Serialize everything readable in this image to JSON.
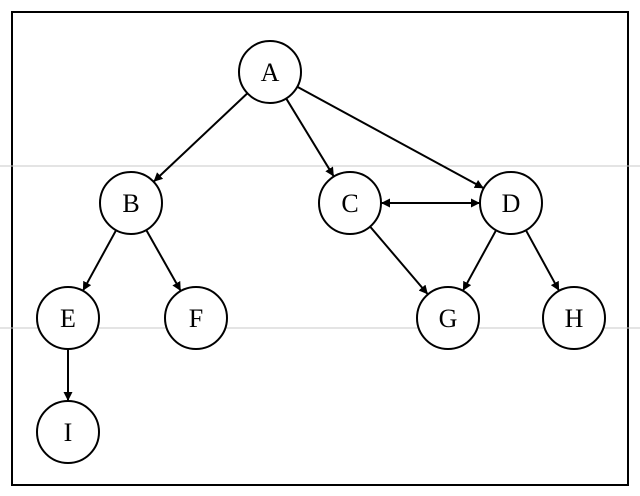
{
  "diagram": {
    "nodes": [
      {
        "id": "A",
        "label": "A"
      },
      {
        "id": "B",
        "label": "B"
      },
      {
        "id": "C",
        "label": "C"
      },
      {
        "id": "D",
        "label": "D"
      },
      {
        "id": "E",
        "label": "E"
      },
      {
        "id": "F",
        "label": "F"
      },
      {
        "id": "G",
        "label": "G"
      },
      {
        "id": "H",
        "label": "H"
      },
      {
        "id": "I",
        "label": "I"
      }
    ],
    "edges": [
      {
        "from": "A",
        "to": "B",
        "bidirectional": false
      },
      {
        "from": "A",
        "to": "C",
        "bidirectional": false
      },
      {
        "from": "A",
        "to": "D",
        "bidirectional": false
      },
      {
        "from": "C",
        "to": "D",
        "bidirectional": true
      },
      {
        "from": "B",
        "to": "E",
        "bidirectional": false
      },
      {
        "from": "B",
        "to": "F",
        "bidirectional": false
      },
      {
        "from": "C",
        "to": "G",
        "bidirectional": false
      },
      {
        "from": "D",
        "to": "G",
        "bidirectional": false
      },
      {
        "from": "D",
        "to": "H",
        "bidirectional": false
      },
      {
        "from": "E",
        "to": "I",
        "bidirectional": false
      }
    ]
  }
}
